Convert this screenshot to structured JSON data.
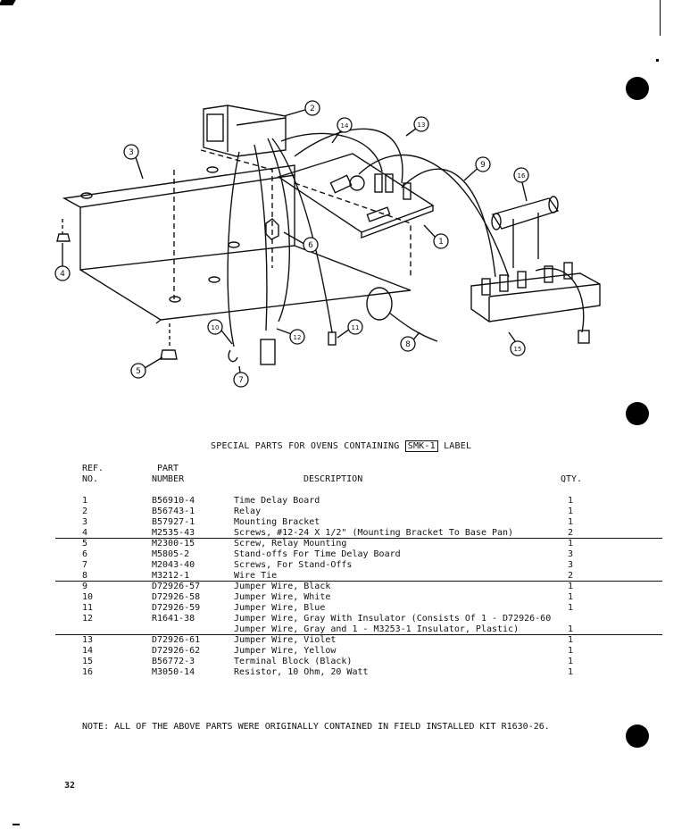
{
  "diagram": {
    "callouts": [
      "1",
      "2",
      "3",
      "4",
      "5",
      "6",
      "7",
      "8",
      "9",
      "10",
      "11",
      "12",
      "13",
      "14",
      "15",
      "16"
    ]
  },
  "heading": {
    "prefix": "SPECIAL PARTS FOR OVENS CONTAINING",
    "label": "SMK-1",
    "suffix": "LABEL"
  },
  "table": {
    "headers": {
      "ref_line1": "REF.",
      "ref_line2": "NO.",
      "part_line1": "PART",
      "part_line2": "NUMBER",
      "description": "DESCRIPTION",
      "qty": "QTY."
    },
    "rows": [
      {
        "ref": "1",
        "part": "B56910-4",
        "desc": "Time Delay Board",
        "qty": "1"
      },
      {
        "ref": "2",
        "part": "B56743-1",
        "desc": "Relay",
        "qty": "1"
      },
      {
        "ref": "3",
        "part": "B57927-1",
        "desc": "Mounting Bracket",
        "qty": "1"
      },
      {
        "ref": "4",
        "part": "M2535-43",
        "desc": "Screws, #12-24 X 1/2\" (Mounting Bracket To Base Pan)",
        "qty": "2"
      },
      {
        "ref": "5",
        "part": "M2300-15",
        "desc": "Screw, Relay Mounting",
        "qty": "1"
      },
      {
        "ref": "6",
        "part": "M5805-2",
        "desc": "Stand-offs For Time Delay Board",
        "qty": "3"
      },
      {
        "ref": "7",
        "part": "M2043-40",
        "desc": "Screws, For Stand-Offs",
        "qty": "3"
      },
      {
        "ref": "8",
        "part": "M3212-1",
        "desc": "Wire Tie",
        "qty": "2"
      },
      {
        "ref": "9",
        "part": "D72926-57",
        "desc": "Jumper Wire, Black",
        "qty": "1"
      },
      {
        "ref": "10",
        "part": "D72926-58",
        "desc": "Jumper Wire, White",
        "qty": "1"
      },
      {
        "ref": "11",
        "part": "D72926-59",
        "desc": "Jumper Wire, Blue",
        "qty": "1"
      },
      {
        "ref": "12",
        "part": "R1641-38",
        "desc": "Jumper Wire, Gray With Insulator (Consists Of 1 - D72926-60",
        "qty": ""
      },
      {
        "ref": "",
        "part": "",
        "desc": "Jumper Wire, Gray and 1 - M3253-1 Insulator, Plastic)",
        "qty": "1"
      },
      {
        "ref": "13",
        "part": "D72926-61",
        "desc": "Jumper Wire, Violet",
        "qty": "1"
      },
      {
        "ref": "14",
        "part": "D72926-62",
        "desc": "Jumper Wire, Yellow",
        "qty": "1"
      },
      {
        "ref": "15",
        "part": "B56772-3",
        "desc": "Terminal Block (Black)",
        "qty": "1"
      },
      {
        "ref": "16",
        "part": "M3050-14",
        "desc": "Resistor, 10 Ohm, 20 Watt",
        "qty": "1"
      }
    ]
  },
  "note": "NOTE:  ALL OF THE ABOVE PARTS WERE ORIGINALLY CONTAINED IN FIELD INSTALLED KIT R1630-26.",
  "page_number": "32"
}
